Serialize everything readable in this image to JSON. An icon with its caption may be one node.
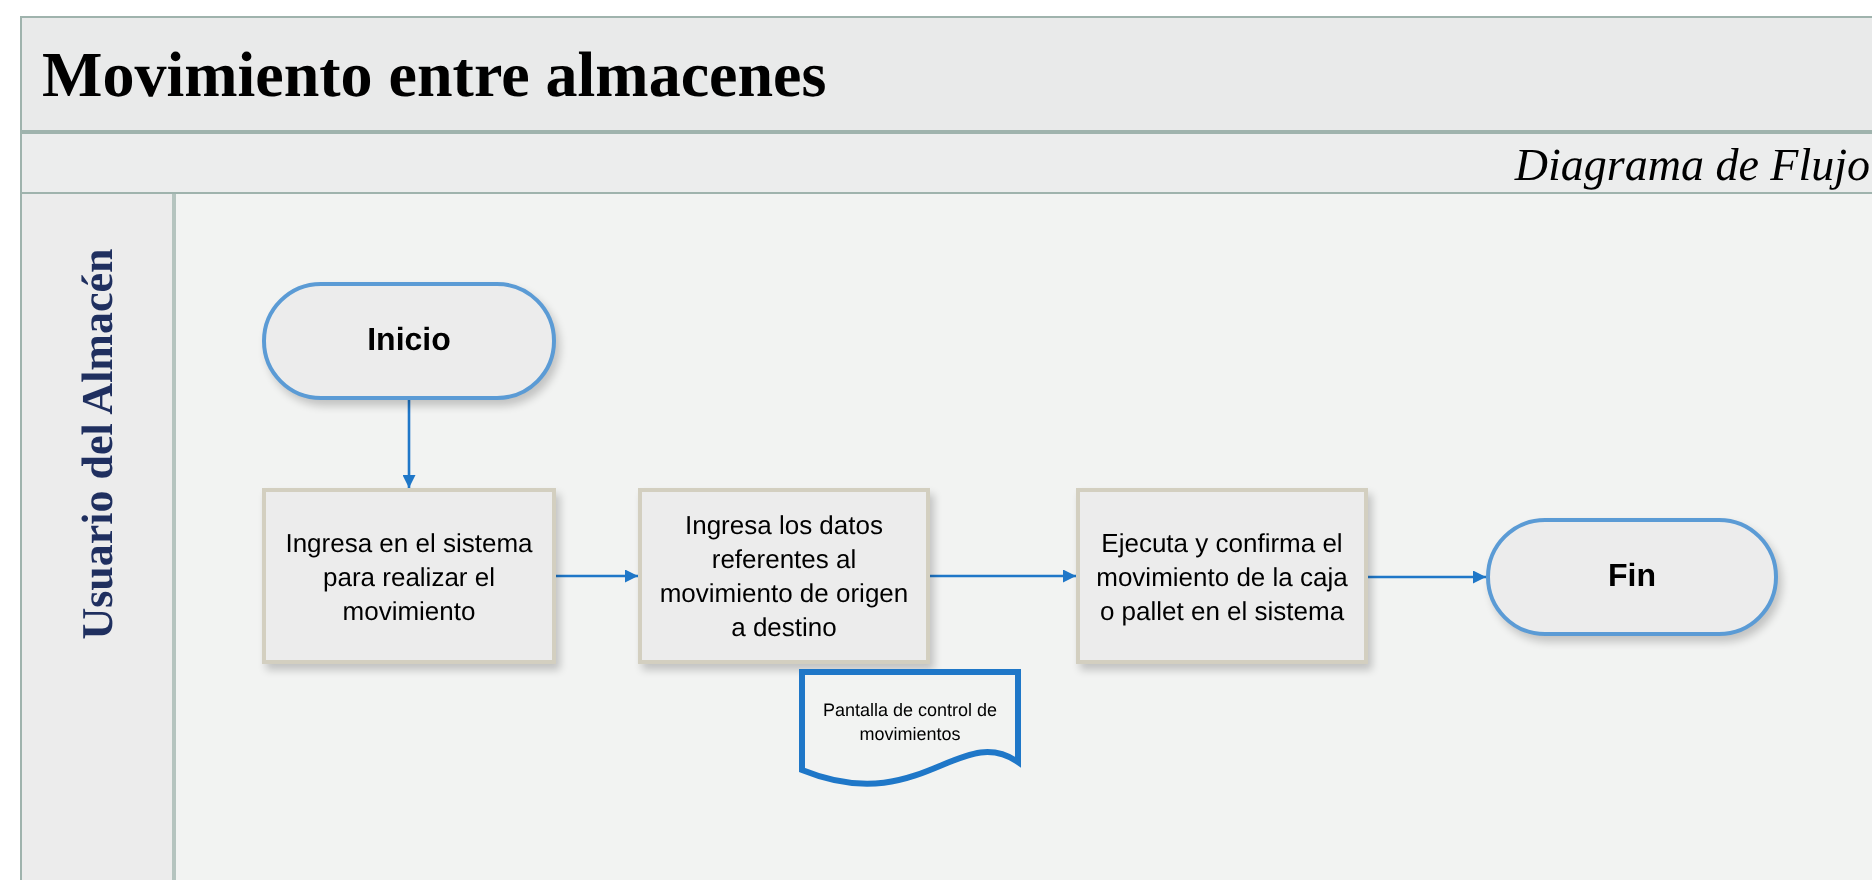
{
  "diagram": {
    "title": "Movimiento entre almacenes",
    "nodes": [
      {
        "text": [
          "Usuario del Almacén"
        ]
      },
      {
        "text": [
          "Inicio"
        ],
        "in": 0
      },
      {
        "text": [
          "Ingresa en el sistema para realizar el movimiento"
        ],
        "in": 0
      },
      {
        "text": [
          "Ingresa los datos referentes al movimiento de origen a destino"
        ],
        "in": 0
      },
      {
        "text": [
          "Pantalla de control de movimientos"
        ],
        "in": 0
      },
      {
        "text": [
          "Ejecuta y confirma el movimiento de la caja o pallet en el sistema"
        ],
        "in": 0
      },
      {
        "text": [
          "Fin"
        ],
        "in": 0
      }
    ],
    "edges": [
      {
        "from": 1,
        "to": 2,
        "arrow": "to"
      },
      {
        "from": 2,
        "to": 3,
        "arrow": "to"
      },
      {
        "from": 3,
        "to": 5,
        "arrow": "to"
      },
      {
        "from": 5,
        "to": 6,
        "arrow": "to"
      }
    ],
    "labels": [
      "Diagrama de Flujo"
    ]
  }
}
